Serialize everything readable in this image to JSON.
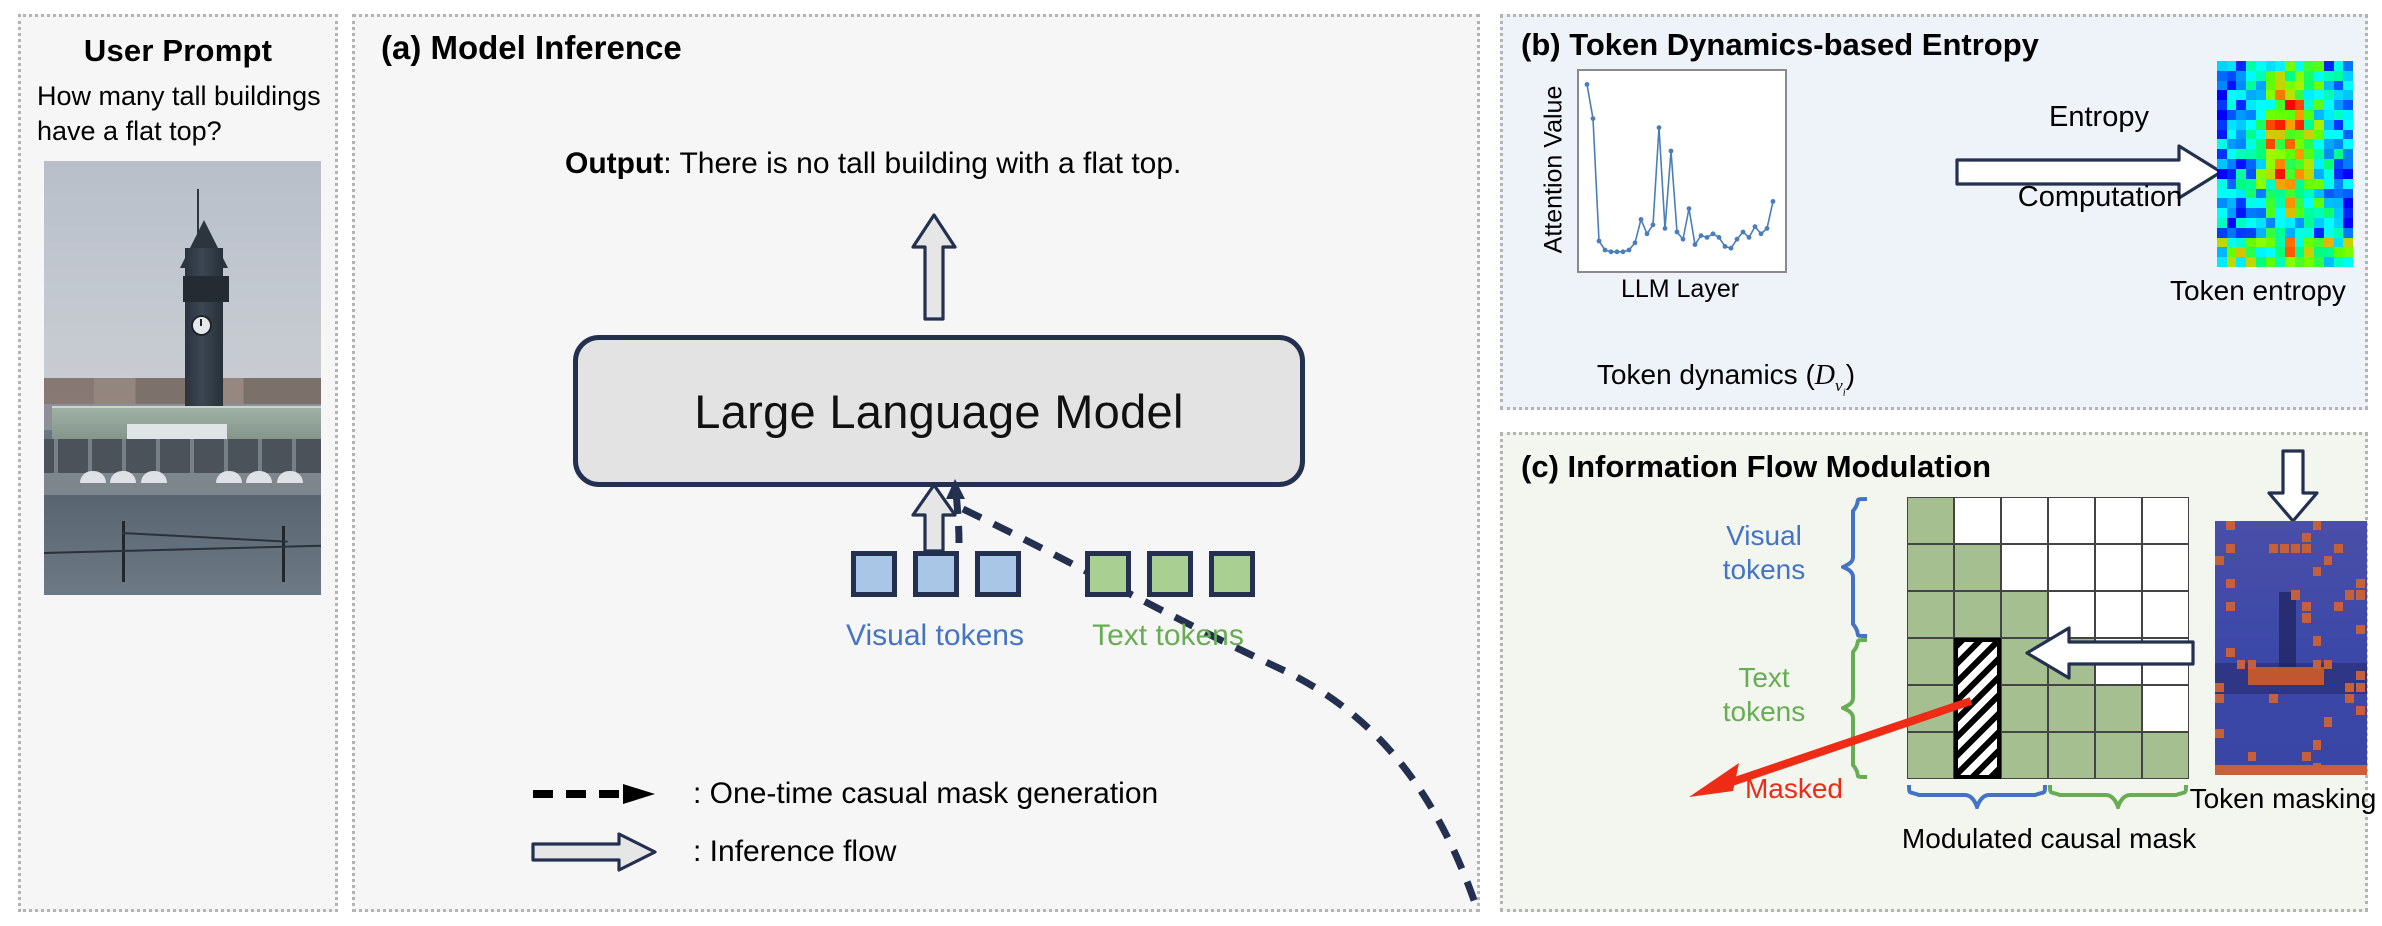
{
  "panels": {
    "user": {
      "title": "User Prompt",
      "prompt": "How many tall buildings have a flat top?",
      "image_alt": "clock-tower-waterfront-photo"
    },
    "a": {
      "title": "(a) Model Inference",
      "output_label": "Output",
      "output_separator": ": ",
      "output_text": "There is no tall building with a flat top.",
      "llm_label": "Large Language Model",
      "visual_tokens_label": "Visual tokens",
      "text_tokens_label": "Text tokens",
      "visual_token_count": 3,
      "text_token_count": 3,
      "legend": [
        {
          "key": "dashed-arrow-icon",
          "text": ": One-time casual mask generation"
        },
        {
          "key": "block-arrow-icon",
          "text": ": Inference flow"
        }
      ]
    },
    "b": {
      "title": "(b) Token Dynamics-based Entropy",
      "caption": "Token dynamics (",
      "caption_symbol": "D",
      "caption_subscript": "v",
      "caption_subscript2": "i",
      "caption_tail": ")",
      "arrow_label_top": "Entropy",
      "arrow_label_bottom": "Computation",
      "heatmap_caption": "Token entropy"
    },
    "c": {
      "title": "(c) Information Flow Modulation",
      "row_bracket_visual": "Visual\ntokens",
      "row_bracket_text": "Text\ntokens",
      "masked_label": "Masked",
      "caption": "Modulated causal mask",
      "heatmap_caption": "Token masking"
    }
  },
  "chart_data": {
    "type": "line",
    "title": "",
    "xlabel": "LLM Layer",
    "ylabel": "Attention Value",
    "xlim": [
      0,
      31
    ],
    "ylim": [
      0,
      1
    ],
    "grid": false,
    "legend": "none",
    "series": [
      {
        "name": "Attention Value",
        "color": "#4a7ebb",
        "x": [
          0,
          1,
          2,
          3,
          4,
          5,
          6,
          7,
          8,
          9,
          10,
          11,
          12,
          13,
          14,
          15,
          16,
          17,
          18,
          19,
          20,
          21,
          22,
          23,
          24,
          25,
          26,
          27,
          28,
          29,
          30,
          31
        ],
        "values": [
          0.97,
          0.78,
          0.1,
          0.05,
          0.04,
          0.04,
          0.04,
          0.05,
          0.09,
          0.22,
          0.14,
          0.19,
          0.73,
          0.17,
          0.6,
          0.15,
          0.11,
          0.28,
          0.08,
          0.13,
          0.12,
          0.14,
          0.12,
          0.07,
          0.06,
          0.11,
          0.15,
          0.12,
          0.18,
          0.14,
          0.17,
          0.32
        ]
      }
    ]
  },
  "mask_matrix": {
    "rows": 6,
    "cols": 6,
    "description": "lower-triangular causal mask",
    "cells": [
      [
        1,
        0,
        0,
        0,
        0,
        0
      ],
      [
        1,
        1,
        0,
        0,
        0,
        0
      ],
      [
        1,
        1,
        1,
        0,
        0,
        0
      ],
      [
        1,
        1,
        1,
        1,
        0,
        0
      ],
      [
        1,
        1,
        1,
        1,
        1,
        0
      ],
      [
        1,
        1,
        1,
        1,
        1,
        1
      ]
    ],
    "masked_cells": [
      [
        3,
        1
      ],
      [
        4,
        1
      ],
      [
        5,
        1
      ]
    ]
  },
  "colors": {
    "navy": "#23304f",
    "visual_blue": "#4573c4",
    "visual_fill": "#a9c6e6",
    "text_green": "#68ad53",
    "text_fill": "#a9cf92",
    "mask_green": "#a6bf90",
    "masked_red": "#ee2b15",
    "panel_b_bg": "#eef3fa",
    "panel_c_bg": "#f2f6ef",
    "panel_gray_bg": "#f6f6f6",
    "line_blue": "#4a7ebb"
  }
}
